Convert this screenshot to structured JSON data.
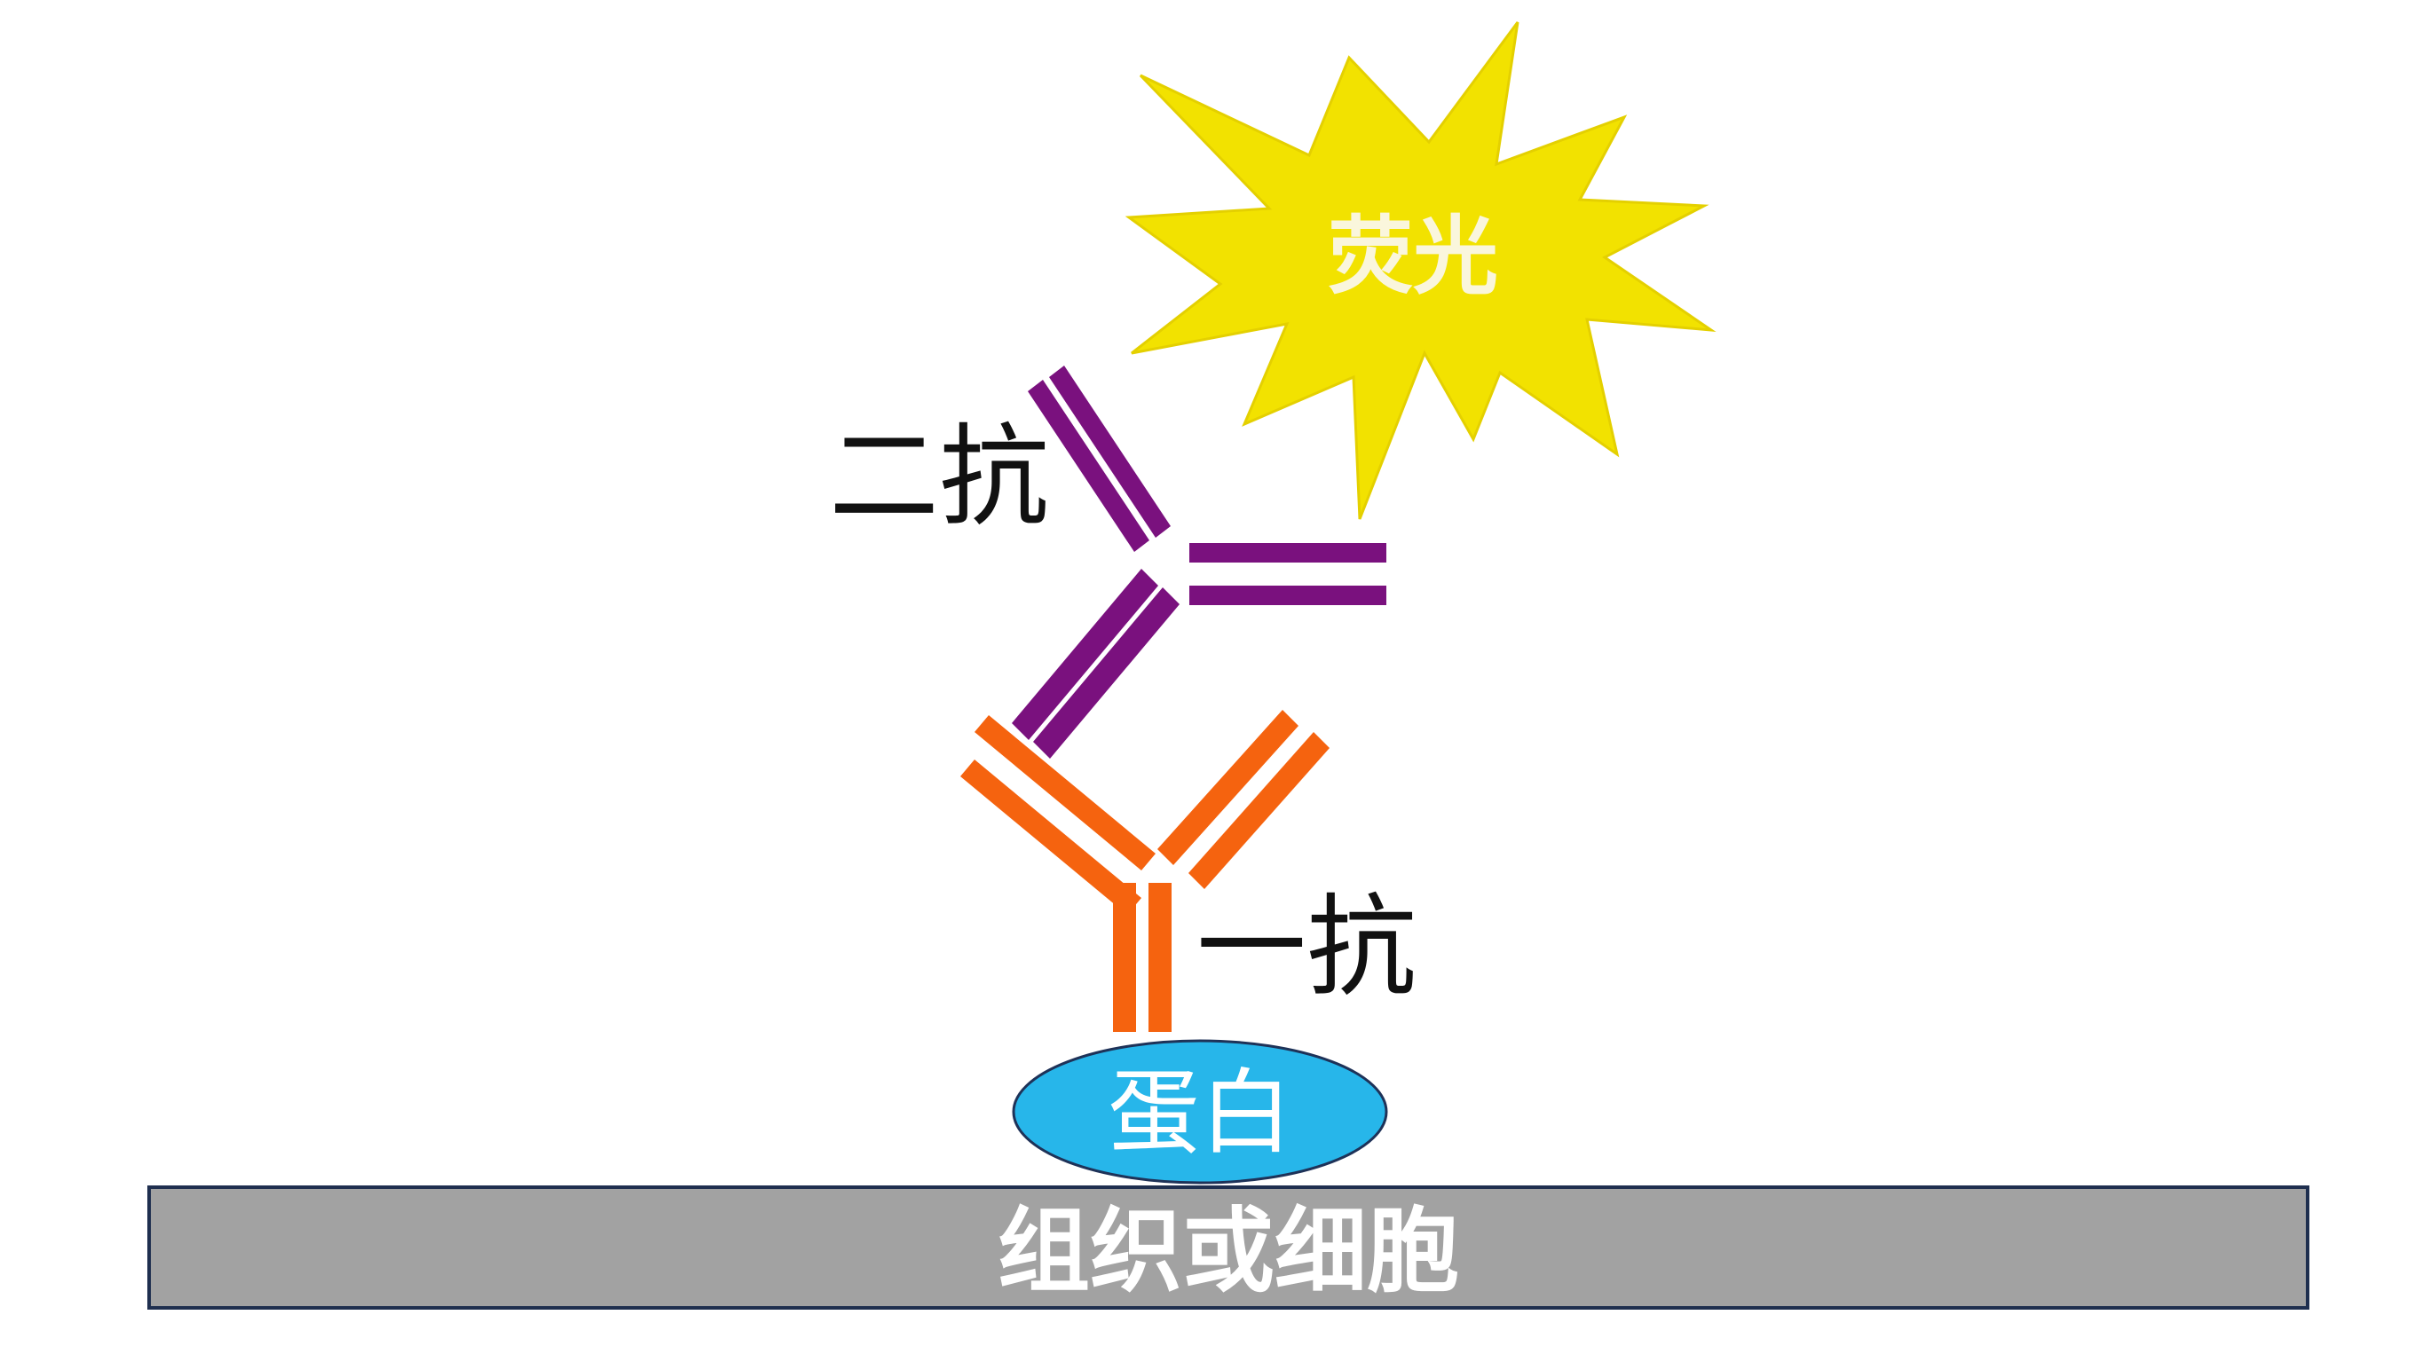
{
  "labels": {
    "fluorescence": "荧光",
    "secondary_antibody": "二抗",
    "primary_antibody": "一抗",
    "protein": "蛋白",
    "tissue_or_cell": "组织或细胞"
  },
  "colors": {
    "background": "#ffffff",
    "fluorescence_star": "#f2e200",
    "fluorescence_star_edge": "#e4d000",
    "fluorescence_text": "#faf6dc",
    "secondary_antibody": "#7a117e",
    "primary_antibody": "#f5630f",
    "protein_fill": "#27b6ea",
    "protein_edge": "#1e3258",
    "protein_text": "#ffffff",
    "tissue_fill": "#a2a2a2",
    "tissue_edge": "#1f2f4f",
    "tissue_text": "#ffffff",
    "label_text": "#111111"
  }
}
